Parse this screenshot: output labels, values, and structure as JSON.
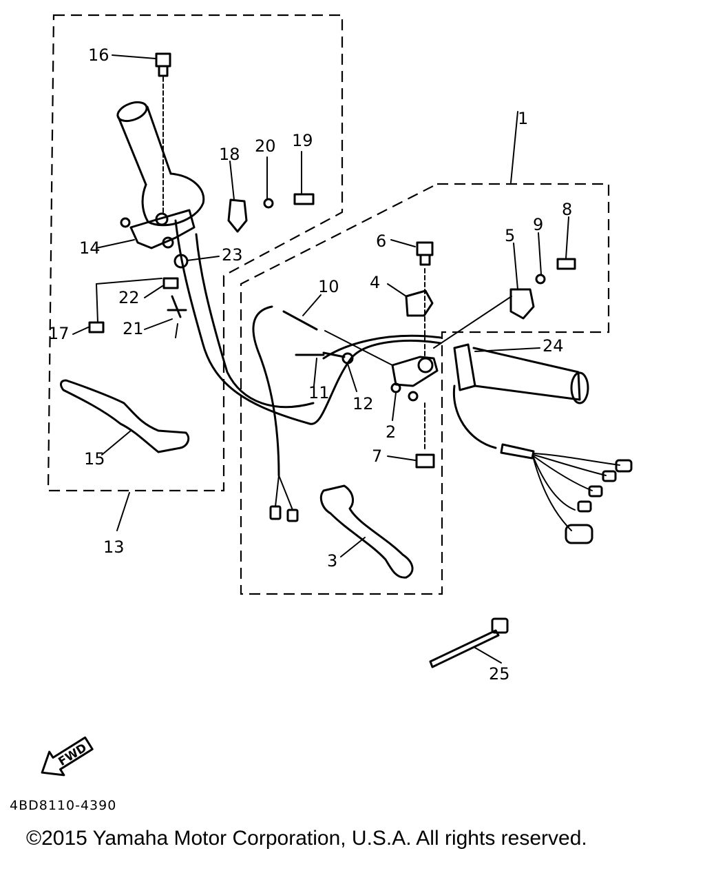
{
  "diagram": {
    "callouts": [
      "1",
      "2",
      "3",
      "4",
      "5",
      "6",
      "7",
      "8",
      "9",
      "10",
      "11",
      "12",
      "13",
      "14",
      "15",
      "16",
      "17",
      "18",
      "19",
      "20",
      "21",
      "22",
      "23",
      "24",
      "25"
    ],
    "direction_label": "FWD"
  },
  "footer": {
    "code": "4BD8110-4390",
    "copyright": "©2015 Yamaha Motor Corporation, U.S.A. All rights reserved."
  }
}
